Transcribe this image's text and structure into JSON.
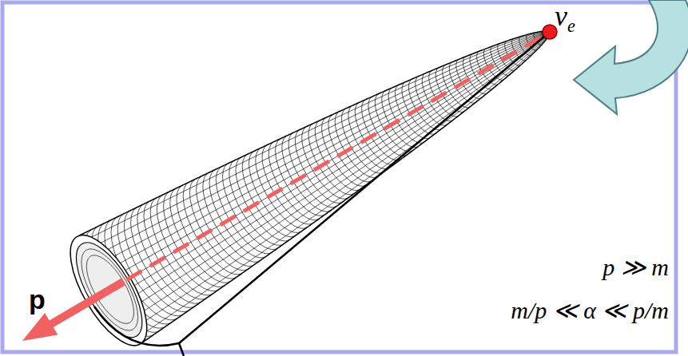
{
  "diagram": {
    "labels": [
      "νe",
      "p",
      "p ≫ m",
      "m/p ≪ α ≪ p/m"
    ]
  }
}
